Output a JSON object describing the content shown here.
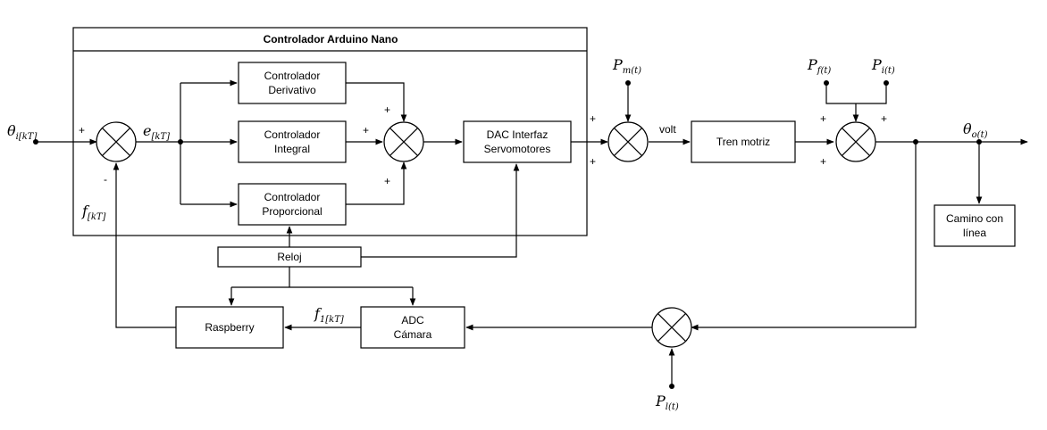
{
  "blocks": {
    "arduino": "Controlador Arduino Nano",
    "derivativo_1": "Controlador",
    "derivativo_2": "Derivativo",
    "integral_1": "Controlador",
    "integral_2": "Integral",
    "proporcional_1": "Controlador",
    "proporcional_2": "Proporcional",
    "dac_1": "DAC Interfaz",
    "dac_2": "Servomotores",
    "tren": "Tren motriz",
    "reloj": "Reloj",
    "raspberry": "Raspberry",
    "adc_1": "ADC",
    "adc_2": "Cámara",
    "camino_1": "Camino con",
    "camino_2": "línea"
  },
  "signals": {
    "theta_in": "θ",
    "theta_in_sub": "i[kT]",
    "error": "e",
    "error_sub": "[kT]",
    "feedback": "f",
    "feedback_sub": "[kT]",
    "f1": "f",
    "f1_sub": "1[kT]",
    "volt": "volt",
    "pm": "P",
    "pm_sub": "m(t)",
    "pf": "P",
    "pf_sub": "f(t)",
    "pi": "P",
    "pi_sub": "i(t)",
    "pl": "P",
    "pl_sub": "l(t)",
    "theta_out": "θ",
    "theta_out_sub": "o(t)"
  },
  "signs": {
    "plus": "+",
    "minus": "-"
  }
}
